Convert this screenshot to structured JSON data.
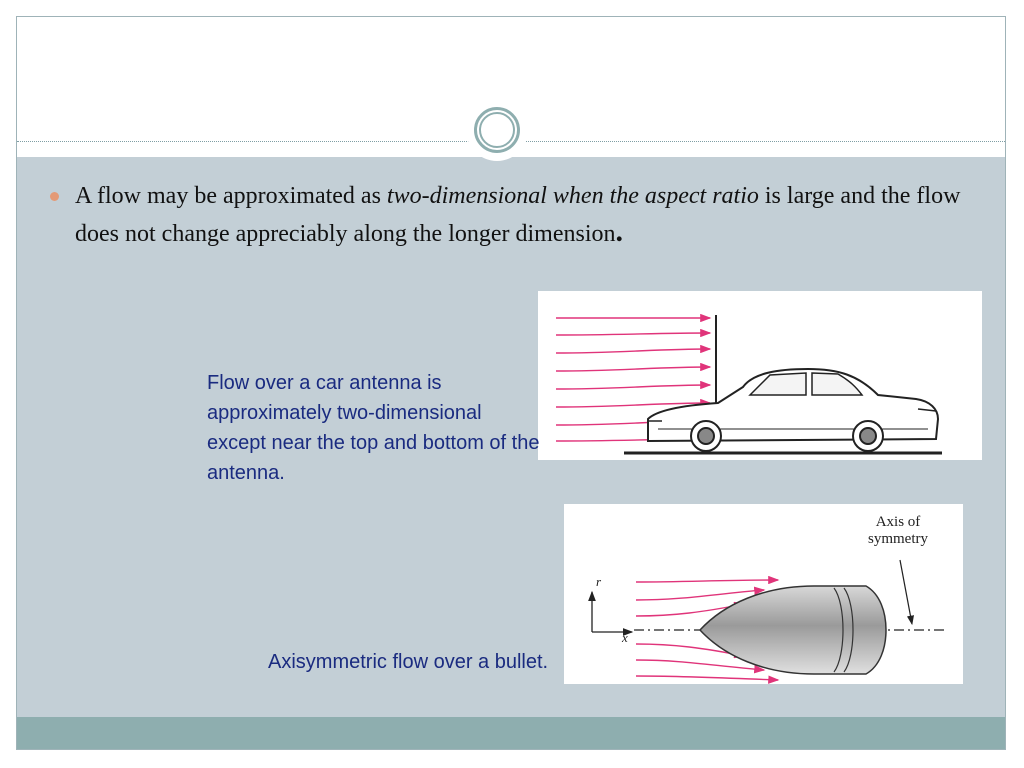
{
  "bullet": {
    "text_part1": "A flow may be approximated as ",
    "text_italic": "two-dimensional when the aspect ratio",
    "text_part2": " is large and the flow does not change appreciably along the longer dimension",
    "text_period": "."
  },
  "figure_car": {
    "caption": "Flow over a car antenna is\napproximately two-dimensional\nexcept near the top and bottom of the\nantenna."
  },
  "figure_bullet": {
    "caption": "Axisymmetric flow over a bullet.",
    "axis_label_line1": "Axis of",
    "axis_label_line2": "symmetry",
    "r_label": "r",
    "x_label": "x"
  },
  "colors": {
    "body_band": "#c3cfd6",
    "footer_band": "#8eaeaf",
    "caption_text": "#1a2b80",
    "streamline": "#e0347a",
    "bullet_dot": "#e49a76"
  }
}
